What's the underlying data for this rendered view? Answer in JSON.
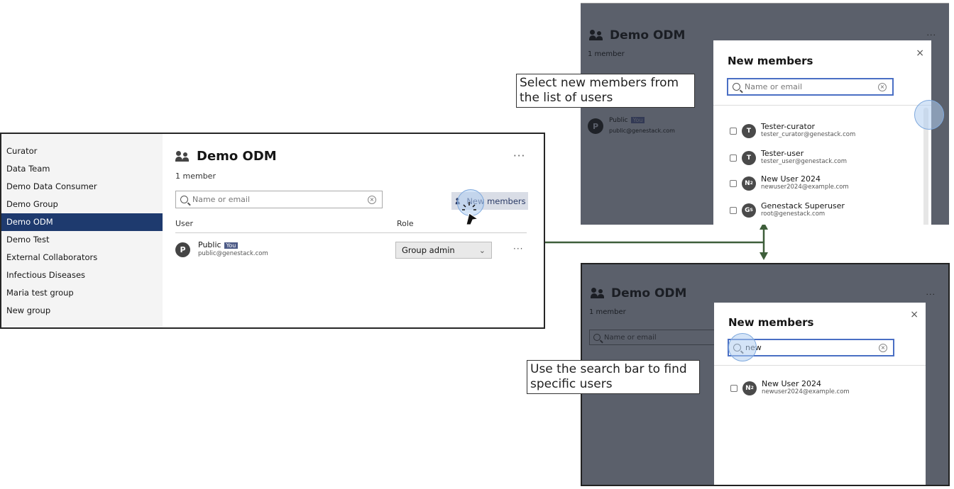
{
  "sidebar": {
    "items": [
      {
        "label": "Curator",
        "active": false
      },
      {
        "label": "Data Team",
        "active": false
      },
      {
        "label": "Demo Data Consumer",
        "active": false
      },
      {
        "label": "Demo Group",
        "active": false
      },
      {
        "label": "Demo ODM",
        "active": true
      },
      {
        "label": "Demo Test",
        "active": false
      },
      {
        "label": "External Collaborators",
        "active": false
      },
      {
        "label": "Infectious Diseases",
        "active": false
      },
      {
        "label": "Maria test group",
        "active": false
      },
      {
        "label": "New group",
        "active": false
      }
    ]
  },
  "group": {
    "title": "Demo ODM",
    "member_count": "1 member",
    "search_placeholder": "Name or email",
    "new_members_button": "New members",
    "columns": {
      "user": "User",
      "role": "Role"
    },
    "members": [
      {
        "initial": "P",
        "name": "Public",
        "badge": "You",
        "email": "public@genestack.com",
        "role": "Group admin"
      }
    ]
  },
  "modal_list": {
    "title": "New members",
    "search_placeholder": "Name or email",
    "users": [
      {
        "initial": "T",
        "sub": "",
        "name": "Tester-curator",
        "email": "tester_curator@genestack.com"
      },
      {
        "initial": "T",
        "sub": "",
        "name": "Tester-user",
        "email": "tester_user@genestack.com"
      },
      {
        "initial": "N",
        "sub": "2",
        "name": "New User 2024",
        "email": "newuser2024@example.com"
      },
      {
        "initial": "G",
        "sub": "S",
        "name": "Genestack Superuser",
        "email": "root@genestack.com"
      }
    ]
  },
  "modal_search": {
    "title": "New members",
    "query": "new",
    "users": [
      {
        "initial": "N",
        "sub": "2",
        "name": "New User 2024",
        "email": "newuser2024@example.com"
      }
    ]
  },
  "callouts": {
    "select": "Select new members from the list of users",
    "search": "Use the search bar to find specific users"
  },
  "icons": {
    "close": "×",
    "more": "···",
    "chevron": "⌄"
  },
  "colors": {
    "accent": "#1e3a6e",
    "arrow": "#3e5e3a",
    "overlay": "#5b606b"
  }
}
